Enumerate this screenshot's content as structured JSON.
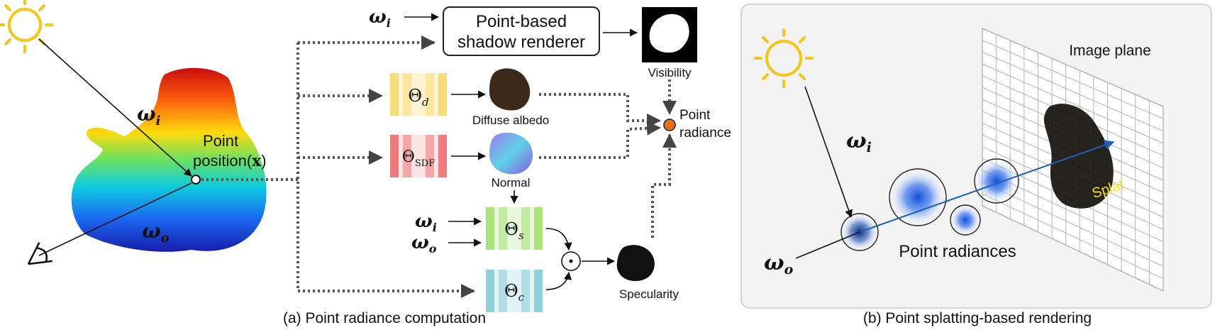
{
  "panel_a": {
    "caption": "(a) Point radiance computation",
    "point_label_line1": "Point",
    "point_label_line2": "position(",
    "point_label_x": "x",
    "point_label_close": ")",
    "omega_i": "ω",
    "omega_i_sub": "i",
    "omega_o": "ω",
    "omega_o_sub": "o",
    "shadow_renderer_line1": "Point-based",
    "shadow_renderer_line2": "shadow renderer",
    "visibility": "Visibility",
    "theta_d": "Θ",
    "theta_d_sub": "d",
    "diffuse_albedo": "Diffuse albedo",
    "theta_sdf": "Θ",
    "theta_sdf_sub": "SDF",
    "normal": "Normal",
    "theta_s": "Θ",
    "theta_s_sub": "s",
    "theta_c": "Θ",
    "theta_c_sub": "c",
    "specularity": "Specularity",
    "point_radiance_line1": "Point",
    "point_radiance_line2": "radiance",
    "hadamard": "⊙"
  },
  "panel_b": {
    "caption": "(b) Point splatting-based rendering",
    "image_plane": "Image plane",
    "point_radiances": "Point radiances",
    "splat": "Splat",
    "omega_i": "ω",
    "omega_i_sub": "i",
    "omega_o": "ω",
    "omega_o_sub": "o"
  },
  "colors": {
    "sun": "#f5c518",
    "mlp_diffuse": "#f8dc78",
    "mlp_sdf": "#ee7c7c",
    "mlp_spec": "#a9e37a",
    "mlp_color": "#8fd0dc",
    "radiance_node": "#e8701a",
    "splat_text": "#f4e020"
  }
}
